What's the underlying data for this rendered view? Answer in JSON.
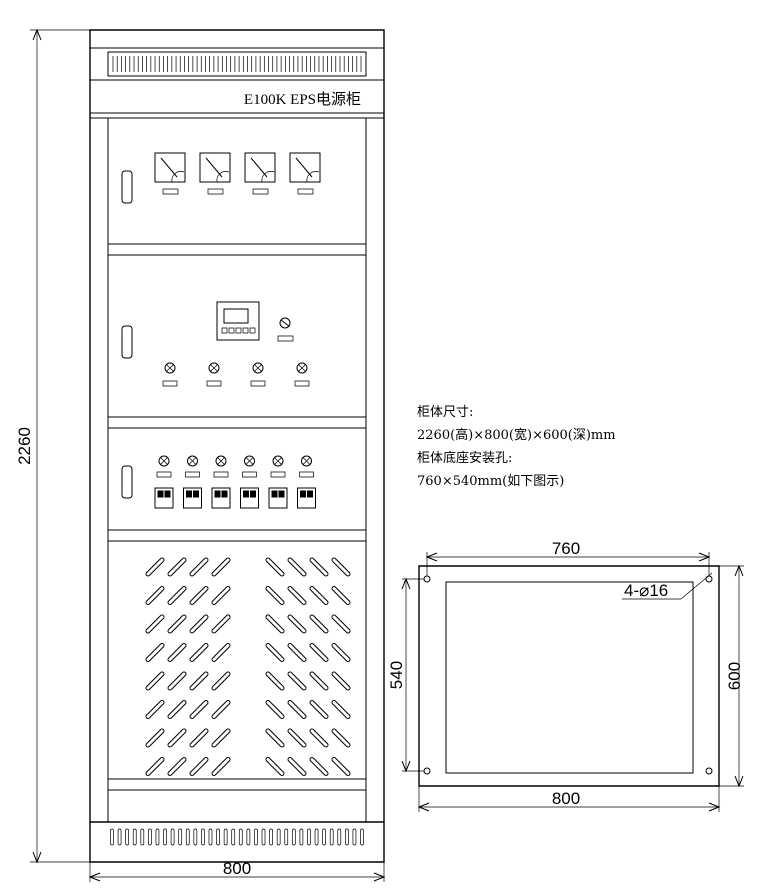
{
  "cabinet": {
    "title": "E100K EPS电源柜",
    "height_dim_label": "2260",
    "width_dim_label": "800",
    "meter_count": 4,
    "panel2_indicator_count": 4,
    "panel3_breaker_count": 6,
    "louver_columns": 2,
    "louver_rows": 8,
    "louver_per_row_group": 4,
    "bottom_vent_slots": 34,
    "top_vent_slots": 60
  },
  "specs": {
    "line1": "柜体尺寸:",
    "line2": "2260(高)×800(宽)×600(深)mm",
    "line3": "柜体底座安装孔:",
    "line4": "760×540mm(如下图示)"
  },
  "base_plan": {
    "top_dim_label": "760",
    "bottom_dim_label": "800",
    "left_dim_label": "540",
    "right_dim_label": "600",
    "hole_label": "4-⌀16"
  }
}
